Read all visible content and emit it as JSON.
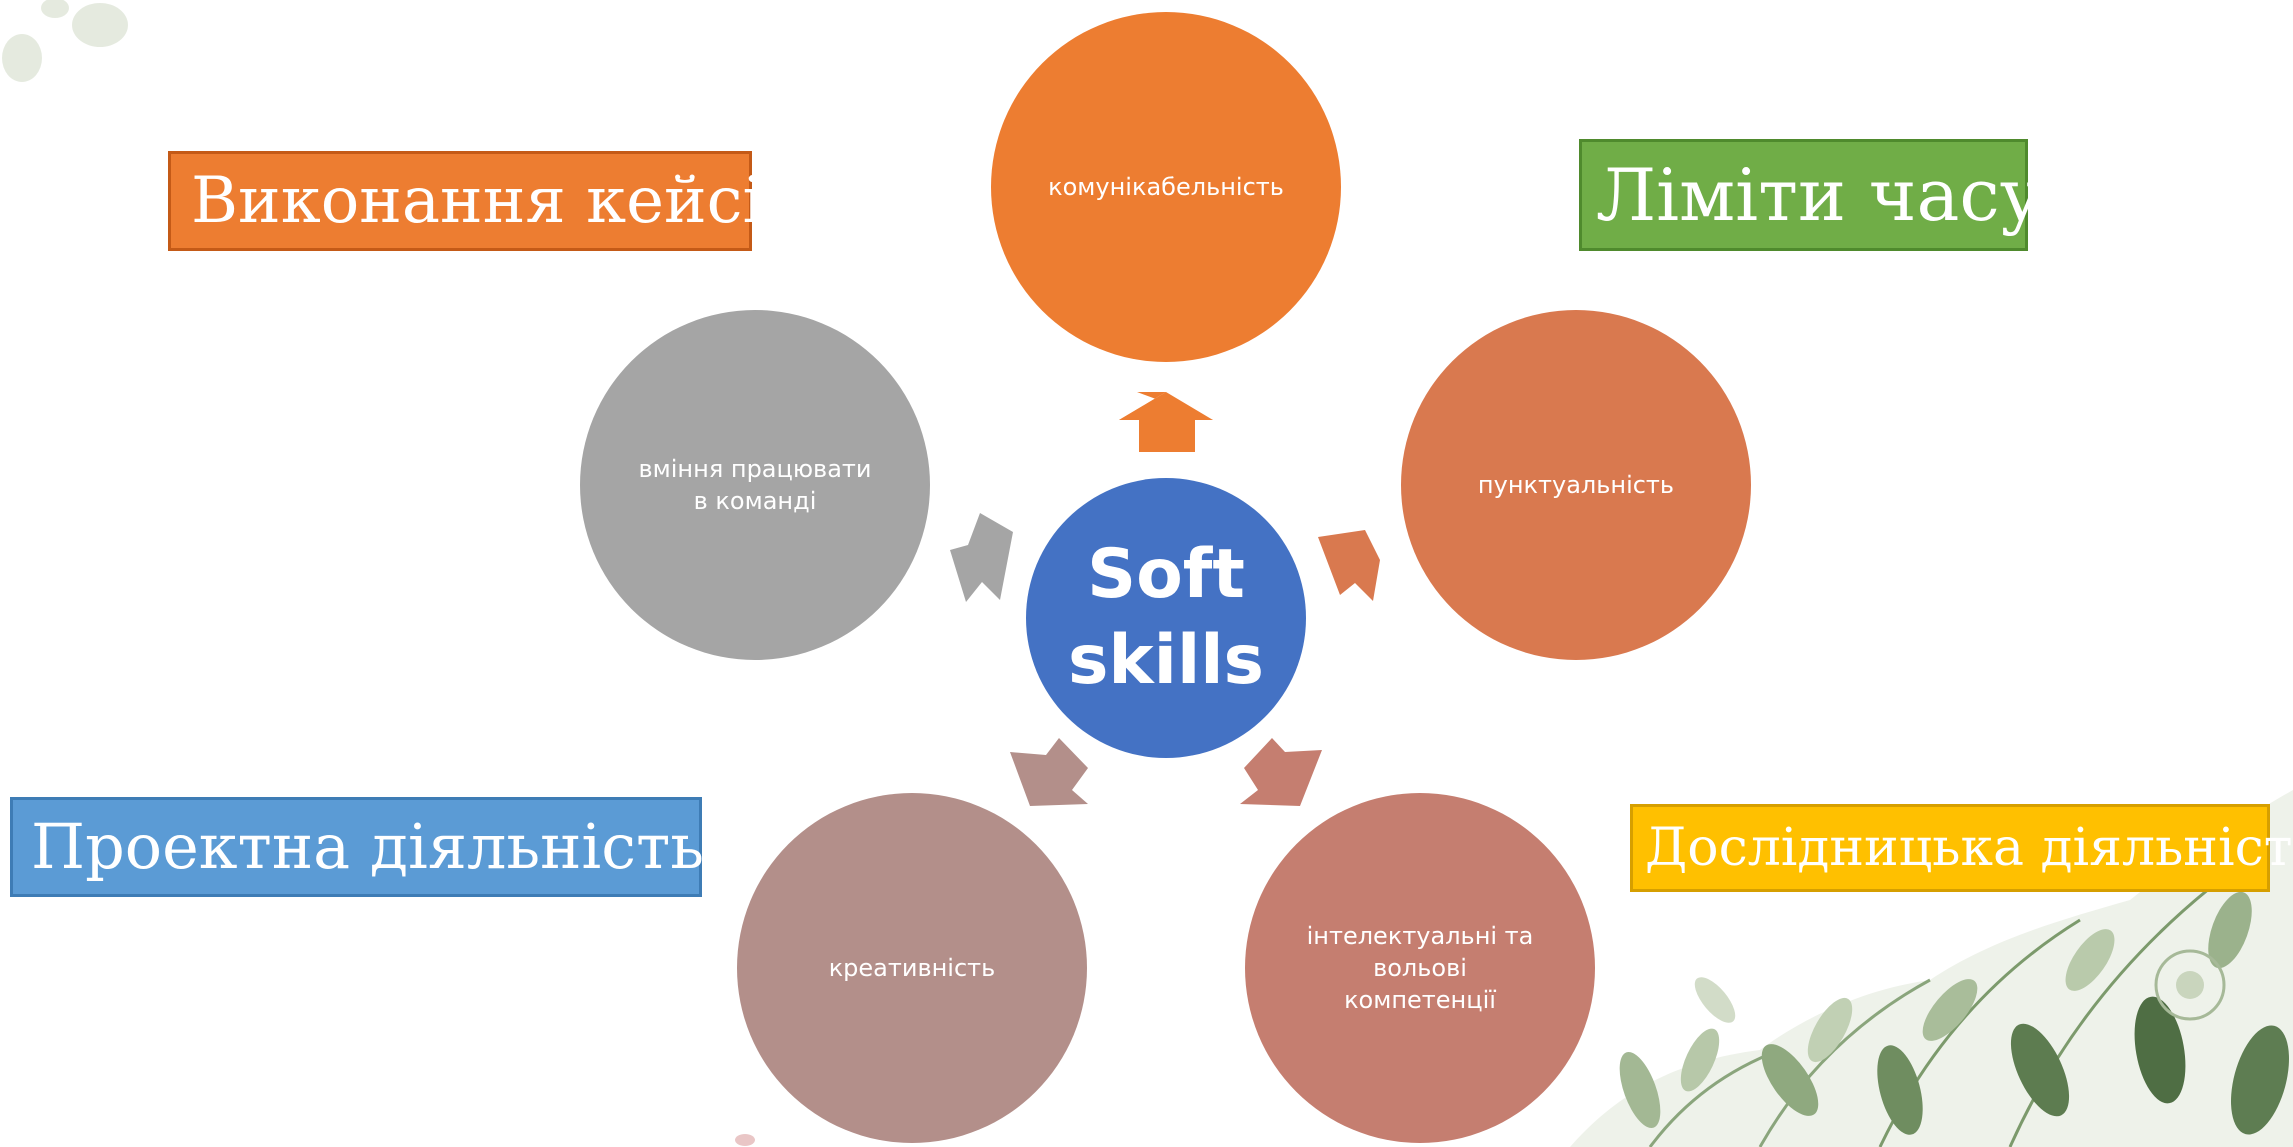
{
  "diagram": {
    "center": {
      "label": "Soft\nskills",
      "color": "#4472c4"
    },
    "skills": [
      {
        "label": "комунікабельність",
        "color": "#ed7d31"
      },
      {
        "label": "пунктуальність",
        "color": "#d9794f"
      },
      {
        "label": "інтелектуальні та\nвольові\nкомпетенції",
        "color": "#c57e70"
      },
      {
        "label": "креативність",
        "color": "#b38f8a"
      },
      {
        "label": "вміння працювати\nв команді",
        "color": "#a5a5a5"
      }
    ]
  },
  "activities": [
    {
      "label": "Виконання кейсів",
      "color": "#ed7d31"
    },
    {
      "label": "Ліміти часу",
      "color": "#70ad47"
    },
    {
      "label": "Проектна діяльність",
      "color": "#5b9bd5"
    },
    {
      "label": "Дослідницька діяльність",
      "color": "#ffc000"
    }
  ]
}
